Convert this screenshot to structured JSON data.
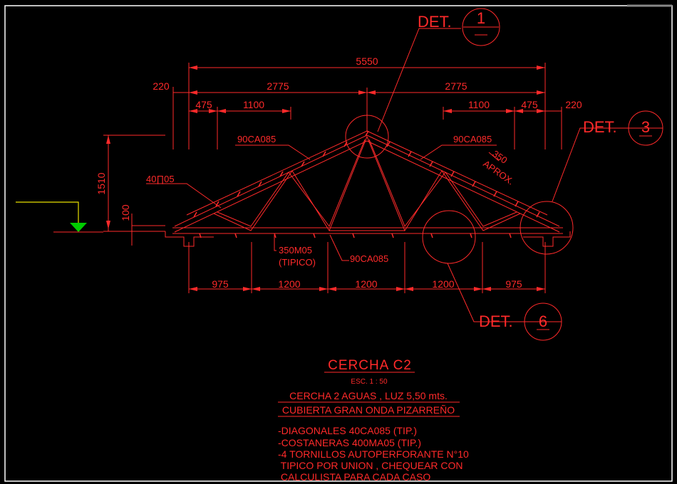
{
  "colors": {
    "background": "#000000",
    "frame": "#ffffff",
    "drawing": "#ff2a2a",
    "level_marker": "#e8e000",
    "level_fill": "#00cc00"
  },
  "dimensions": {
    "overall": "5550",
    "half_left": "2775",
    "half_right": "2775",
    "overhang_left": "220",
    "overhang_right": "220",
    "top_475_left": "475",
    "top_1100_left": "1100",
    "top_1100_right": "1100",
    "top_475_right": "475",
    "height": "1510",
    "heel": "100",
    "bottom_975_left": "975",
    "bottom_1200_a": "1200",
    "bottom_1200_b": "1200",
    "bottom_1200_c": "1200",
    "bottom_975_right": "975",
    "purlin_spacing": "350",
    "purlin_spacing_note": "APROX."
  },
  "callouts": {
    "top_chord_left": "90CA085",
    "top_chord_right": "90CA085",
    "purlin": "40∏05",
    "bottom_chord": "90CA085",
    "plate_line1": "350M05",
    "plate_line2": "(TIPICO)"
  },
  "details": [
    {
      "label": "DET.",
      "number": "1"
    },
    {
      "label": "DET.",
      "number": "3"
    },
    {
      "label": "DET.",
      "number": "6"
    }
  ],
  "title_block": {
    "title": "CERCHA C2",
    "scale": "ESC. 1 : 50",
    "line1": "CERCHA 2 AGUAS , LUZ 5,50 mts.",
    "line2": "CUBIERTA GRAN ONDA PIZARREÑO",
    "notes": [
      "-DIAGONALES 40CA085 (TIP.)",
      "-COSTANERAS 400MA05 (TIP.)",
      "-4 TORNILLOS AUTOPERFORANTE N°10",
      " TIPICO POR UNION , CHEQUEAR CON",
      " CALCULISTA PARA CADA CASO"
    ]
  }
}
